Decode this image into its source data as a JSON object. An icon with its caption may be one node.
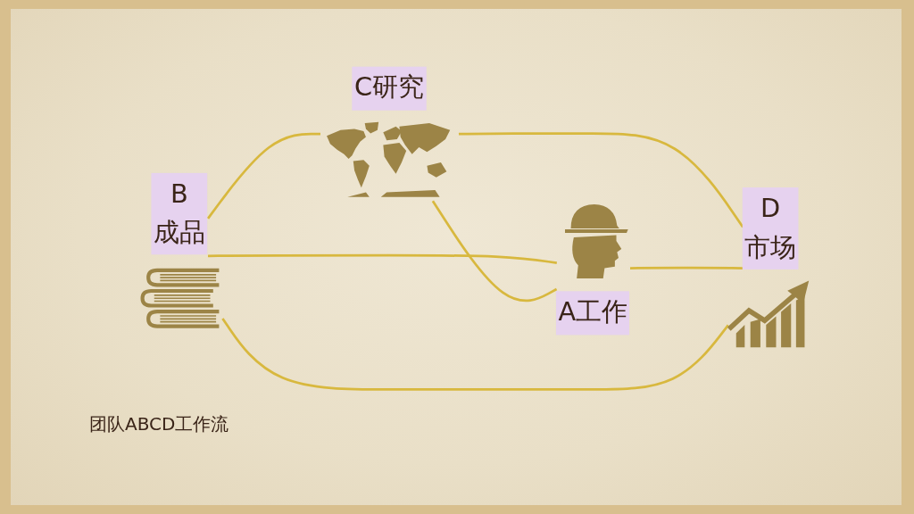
{
  "diagram": {
    "caption": "团队ABCD工作流",
    "nodes": [
      {
        "text": [
          "C研究"
        ]
      },
      {
        "text": [
          "B",
          "成品"
        ]
      },
      {
        "text": [
          "D",
          "市场"
        ]
      },
      {
        "text": [
          "A工作"
        ]
      }
    ],
    "edges": [
      {
        "from": 0,
        "to": 2,
        "arrow": "none"
      },
      {
        "from": 3,
        "to": 2,
        "arrow": "none"
      },
      {
        "from": 1,
        "to": 3,
        "arrow": "none"
      },
      {
        "from": 1,
        "to": 0,
        "arrow": "none"
      },
      {
        "from": 0,
        "to": 3,
        "arrow": "none"
      },
      {
        "from": 1,
        "to": 2,
        "arrow": "none"
      }
    ]
  }
}
